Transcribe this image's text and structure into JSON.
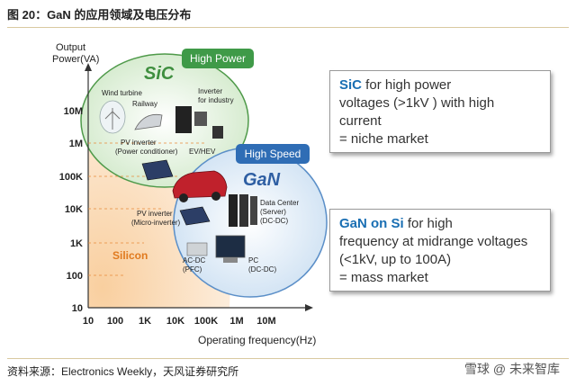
{
  "title": "图 20：GaN 的应用领域及电压分布",
  "source": "资料来源：Electronics Weekly，天风证券研究所",
  "watermark": "雪球 @ 未来智库",
  "chart": {
    "y_axis_label_line1": "Output",
    "y_axis_label_line2": "Power(VA)",
    "x_axis_label": "Operating frequency(Hz)",
    "y_ticks": [
      "10M",
      "1M",
      "100K",
      "10K",
      "1K",
      "100",
      "10"
    ],
    "x_ticks": [
      "10",
      "100",
      "1K",
      "10K",
      "100K",
      "1M",
      "10M"
    ],
    "region_sic": "SiC",
    "region_gan": "GaN",
    "region_silicon": "Silicon",
    "badge_high_power": "High Power",
    "badge_high_speed": "High Speed",
    "apps": {
      "wind_turbine": "Wind turbine",
      "railway": "Railway",
      "inverter_industry_1": "Inverter",
      "inverter_industry_2": "for industry",
      "pv_inverter_pc_1": "PV inverter",
      "pv_inverter_pc_2": "(Power conditioner)",
      "ev_hev": "EV/HEV",
      "data_center_1": "Data Center",
      "data_center_2": "(Server)",
      "data_center_3": "(DC-DC)",
      "pv_inverter_micro_1": "PV inverter",
      "pv_inverter_micro_2": "(Micro-inverter)",
      "ac_dc_1": "AC-DC",
      "ac_dc_2": "(PFC)",
      "pc_1": "PC",
      "pc_2": "(DC-DC)"
    }
  },
  "sic_box": {
    "highlight": "SiC",
    "line1_rest": " for high power",
    "line2": "voltages (>1kV ) with high",
    "line3": "current",
    "line4": "= niche market"
  },
  "gan_box": {
    "highlight": "GaN on Si",
    "line1_rest": " for high",
    "line2": "frequency at midrange voltages",
    "line3": "(<1kV, up to 100A)",
    "line4": "= mass market"
  },
  "colors": {
    "sic_fill": "#dcefd6",
    "sic_stroke": "#4f9a4a",
    "gan_fill": "#dbe8f5",
    "gan_stroke": "#5b8fc8",
    "silicon_fill": "#fbe2c8",
    "badge_green": "#3f9a48",
    "badge_blue": "#2f6db5",
    "silicon_text": "#e07a1f",
    "highlight_blue": "#1a6fb3"
  }
}
